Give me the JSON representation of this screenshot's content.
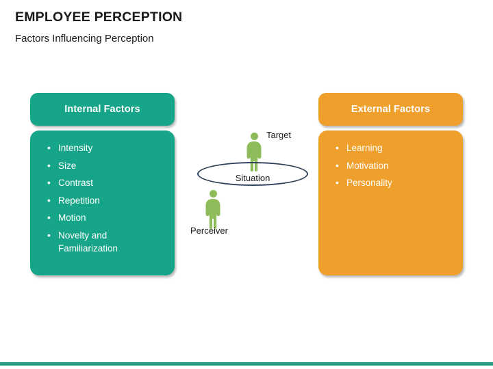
{
  "slide": {
    "title": "EMPLOYEE PERCEPTION",
    "subtitle": "Factors Influencing Perception"
  },
  "colors": {
    "teal": "#17a589",
    "orange": "#efa02c",
    "green_figure": "#8fbc5a",
    "ellipse_stroke": "#2e4057",
    "bottom_bar": "#2a9d82",
    "text_dark": "#1a1a1a",
    "text_light": "#ffffff"
  },
  "panels": {
    "internal": {
      "header": "Internal Factors",
      "bullet_glyph": "•",
      "items": [
        "Intensity",
        "Size",
        "Contrast",
        "Repetition",
        "Motion",
        "Novelty and Familiarization"
      ]
    },
    "external": {
      "header": "External Factors",
      "bullet_glyph": "•",
      "items": [
        "Learning",
        "Motivation",
        "Personality"
      ]
    }
  },
  "diagram": {
    "target_label": "Target",
    "perceiver_label": "Perceiver",
    "situation_label": "Situation",
    "icons": {
      "target_person": "person-icon",
      "perceiver_person": "person-icon",
      "situation_ellipse": "ellipse-icon"
    }
  }
}
